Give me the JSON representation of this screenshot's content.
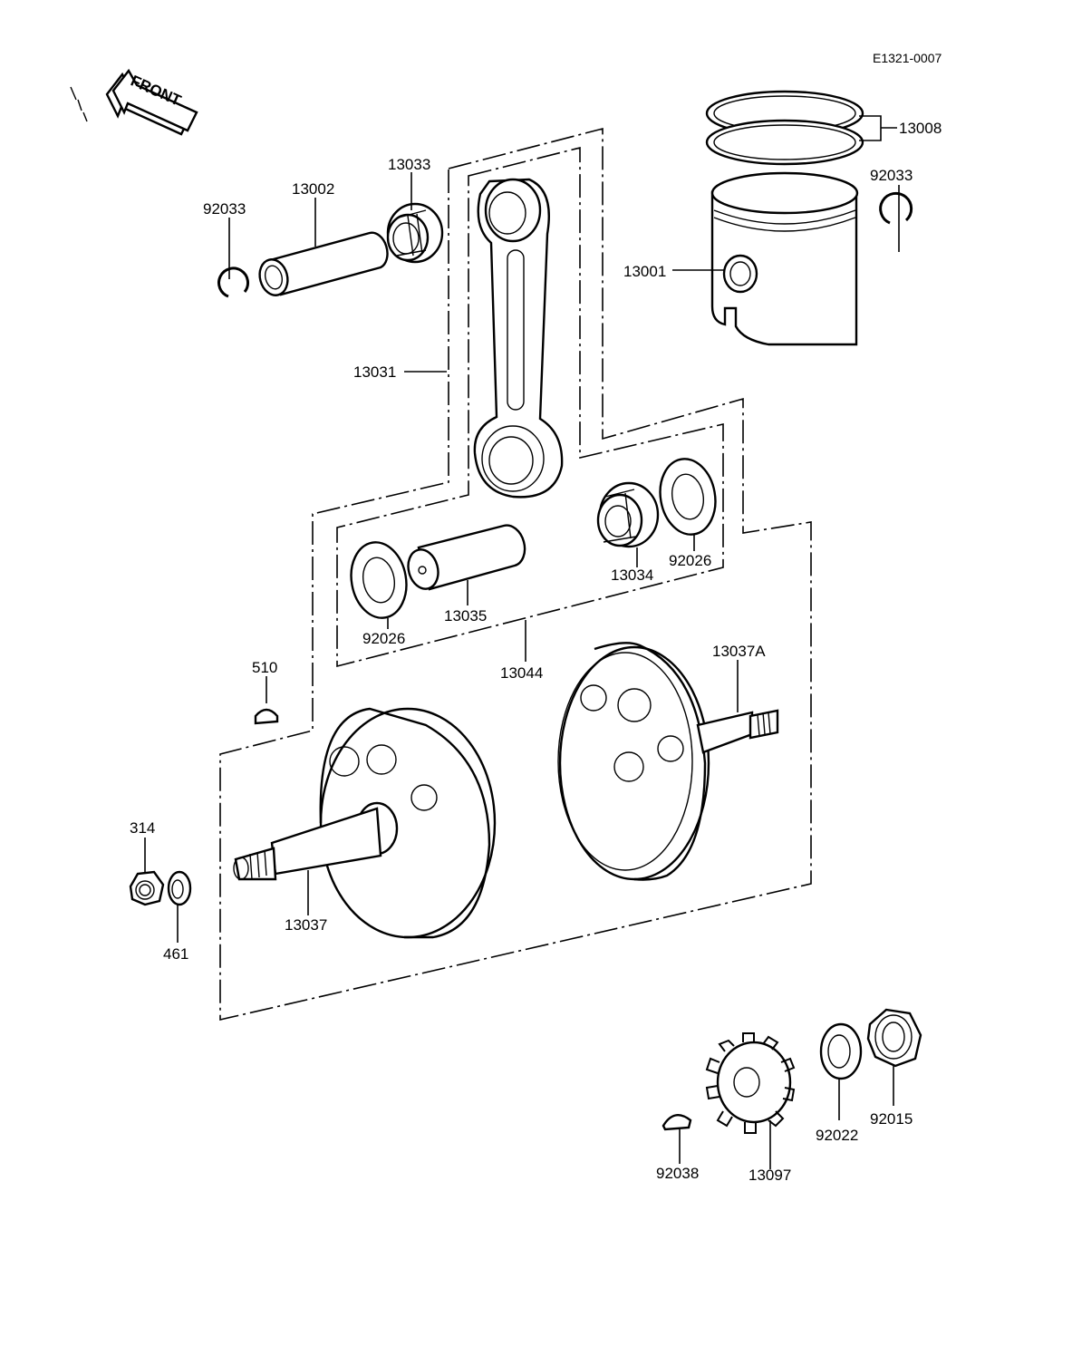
{
  "diagram_code": "E1321-0007",
  "front_label": "FRONT",
  "parts": {
    "p13008": "13008",
    "p92033_right": "92033",
    "p13001": "13001",
    "p92033_left": "92033",
    "p13002": "13002",
    "p13033": "13033",
    "p13031": "13031",
    "p13034": "13034",
    "p92026_right": "92026",
    "p92026_left": "92026",
    "p13035": "13035",
    "p13044": "13044",
    "p510": "510",
    "p13037A": "13037A",
    "p314": "314",
    "p461": "461",
    "p13037": "13037",
    "p92038": "92038",
    "p13097": "13097",
    "p92022": "92022",
    "p92015": "92015"
  }
}
